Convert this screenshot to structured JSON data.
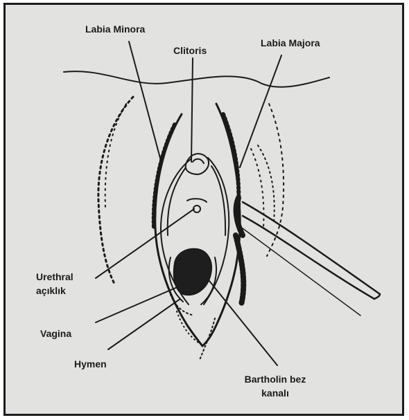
{
  "labels": {
    "labia_minora": "Labia Minora",
    "clitoris": "Clitoris",
    "labia_majora": "Labia Majora",
    "urethral_line1": "Urethral",
    "urethral_line2": "açıklık",
    "vagina": "Vagina",
    "hymen": "Hymen",
    "bartholin_line1": "Bartholin bez",
    "bartholin_line2": "kanalı"
  },
  "colors": {
    "background": "#e2e2e0",
    "ink": "#1a1a1a",
    "border": "#1c1c1c"
  }
}
